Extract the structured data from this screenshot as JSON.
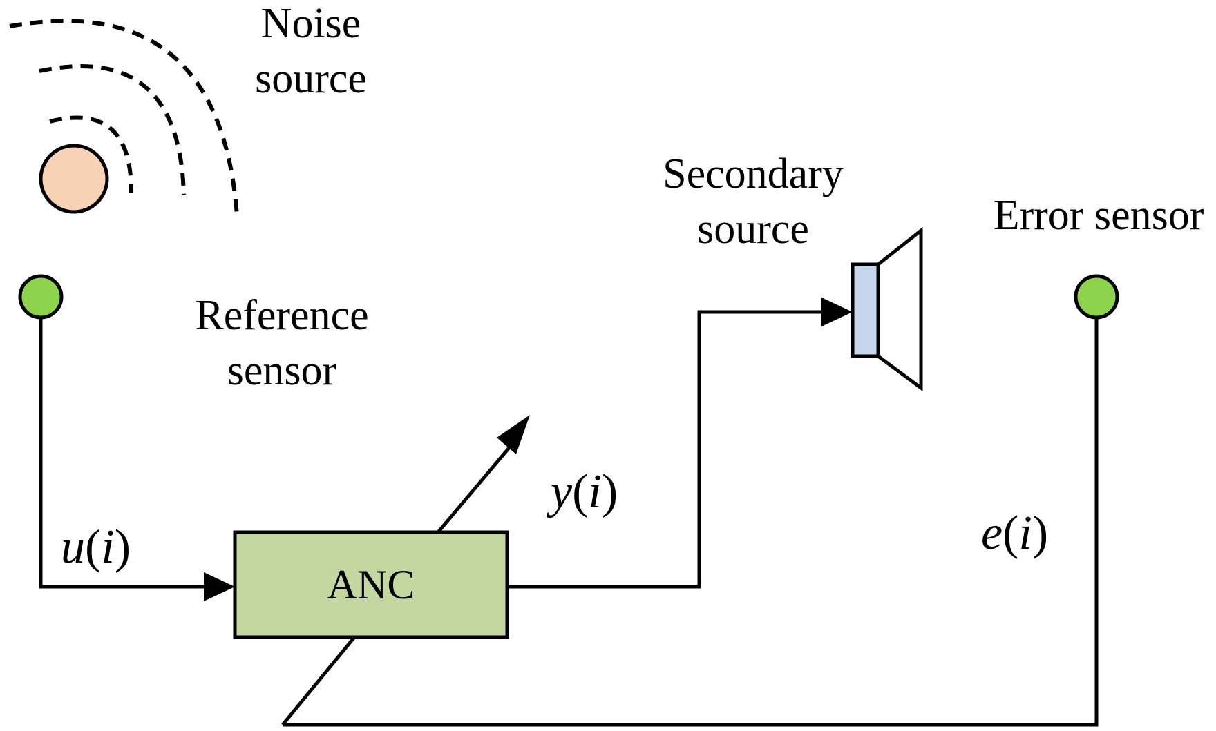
{
  "labels": {
    "noise_source_line1": "Noise",
    "noise_source_line2": "source",
    "reference_sensor_line1": "Reference",
    "reference_sensor_line2": "sensor",
    "secondary_source_line1": "Secondary",
    "secondary_source_line2": "source",
    "error_sensor": "Error sensor",
    "anc_block": "ANC"
  },
  "signals": {
    "u": {
      "fn": "u",
      "arg": "i"
    },
    "y": {
      "fn": "y",
      "arg": "i"
    },
    "e": {
      "fn": "e",
      "arg": "i"
    }
  },
  "colors": {
    "noise_source_fill": "#F8D2B4",
    "sensor_fill": "#8DD44C",
    "anc_fill": "#C4D7A0",
    "speaker_fill": "#C6D6EC",
    "line": "#000000"
  }
}
